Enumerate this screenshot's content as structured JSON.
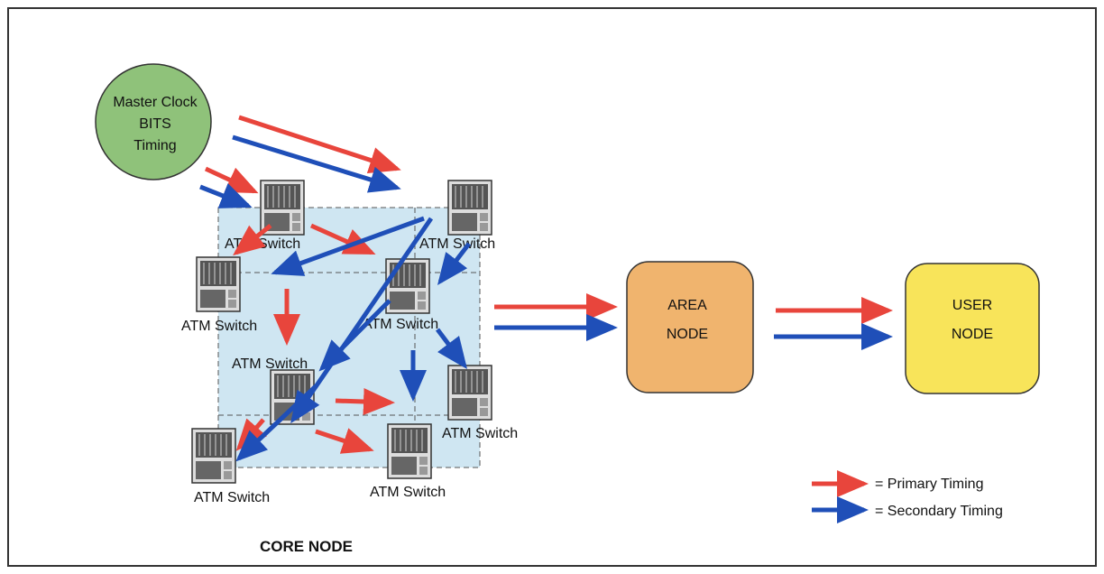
{
  "master_clock": {
    "lines": [
      "Master Clock",
      "BITS",
      "Timing"
    ]
  },
  "switch_label": "ATM Switch",
  "core_node_label": "CORE NODE",
  "area_node": {
    "lines": [
      "AREA",
      "NODE"
    ]
  },
  "user_node": {
    "lines": [
      "USER",
      "NODE"
    ]
  },
  "legend": {
    "primary": {
      "label": "= Primary Timing",
      "color": "#e8453c"
    },
    "secondary": {
      "label": "= Secondary Timing",
      "color": "#1f4fb8"
    }
  },
  "colors": {
    "master_clock_fill": "#8fc27a",
    "core_region_fill": "#cfe6f2",
    "area_node_fill": "#f0b46e",
    "user_node_fill": "#f8e45a"
  },
  "icons": {
    "switch": "atm-switch-chassis-icon"
  }
}
